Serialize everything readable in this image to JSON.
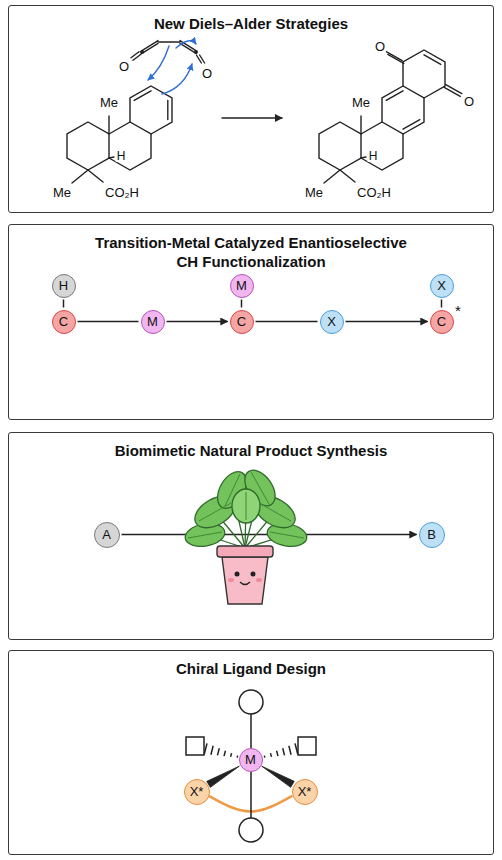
{
  "diagram": {
    "nodes": [
      {
        "text": [
          "New Diels–Alder Strategies"
        ]
      },
      {
        "text": [
          "Transition-Metal Catalyzed Enantioselective CH Functionalization"
        ]
      },
      {
        "text": [
          "H"
        ],
        "in": 1
      },
      {
        "text": [
          "C"
        ],
        "in": 1
      },
      {
        "text": [
          "M"
        ],
        "in": 1
      },
      {
        "text": [
          "M"
        ],
        "in": 1
      },
      {
        "text": [
          "C"
        ],
        "in": 1
      },
      {
        "text": [
          "X"
        ],
        "in": 1
      },
      {
        "text": [
          "X"
        ],
        "in": 1
      },
      {
        "text": [
          "C"
        ],
        "in": 1
      },
      {
        "text": [
          "Biomimetic Natural Product Synthesis"
        ]
      },
      {
        "text": [
          "A"
        ],
        "in": 10
      },
      {
        "text": [
          "B"
        ],
        "in": 10
      },
      {
        "text": [
          "Chiral Ligand Design"
        ]
      },
      {
        "text": [
          "M"
        ],
        "in": 13
      },
      {
        "text": [
          "X*"
        ],
        "in": 13
      },
      {
        "text": [
          "X*"
        ],
        "in": 13
      }
    ],
    "edges": [
      {
        "from": 2,
        "to": 3,
        "arrow": "none"
      },
      {
        "from": 3,
        "to": 4,
        "arrow": "none"
      },
      {
        "from": 4,
        "to": 6,
        "arrow": "to"
      },
      {
        "from": 5,
        "to": 6,
        "arrow": "none"
      },
      {
        "from": 6,
        "to": 7,
        "arrow": "none"
      },
      {
        "from": 7,
        "to": 9,
        "arrow": "to"
      },
      {
        "from": 8,
        "to": 9,
        "arrow": "none"
      },
      {
        "from": 11,
        "to": 12,
        "arrow": "to"
      },
      {
        "from": 14,
        "to": 15,
        "arrow": "none"
      },
      {
        "from": 14,
        "to": 16,
        "arrow": "none"
      },
      {
        "from": 15,
        "to": 16,
        "arrow": "none"
      }
    ],
    "labels": [
      "O",
      "O",
      "Me",
      "H",
      "Me",
      "CO₂H",
      "O",
      "O",
      "Me",
      "H",
      "Me",
      "CO₂H",
      "*"
    ]
  }
}
